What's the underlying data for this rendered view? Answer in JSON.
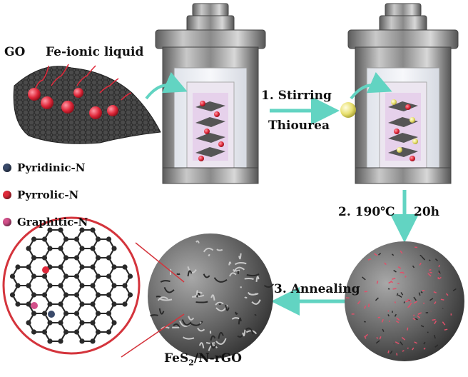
{
  "labels": {
    "go": "GO",
    "fe_ionic_liquid": "Fe-ionic liquid",
    "step1": "1. Stirring",
    "thiourea": "Thiourea",
    "step2_temp": "2. 190℃",
    "step2_time": "20h",
    "step3": "3. Annealing",
    "product_prefix": "FeS",
    "product_sub": "2",
    "product_suffix": "/N-rGO"
  },
  "legend": [
    {
      "label": "Pyridinic-N",
      "color": "#3a4a6a"
    },
    {
      "label": "Pyrrolic-N",
      "color": "#e02a3a"
    },
    {
      "label": "Graphitic-N",
      "color": "#d2508a"
    }
  ],
  "colors": {
    "arrow": "#62d4c2",
    "autoclave_metal": "#8f8f8f",
    "sheet": "#3f3f3f",
    "sphere": "#6a6a6a",
    "zoom_circle": "#d4343c",
    "lattice_atom": "#2a2a2a"
  }
}
